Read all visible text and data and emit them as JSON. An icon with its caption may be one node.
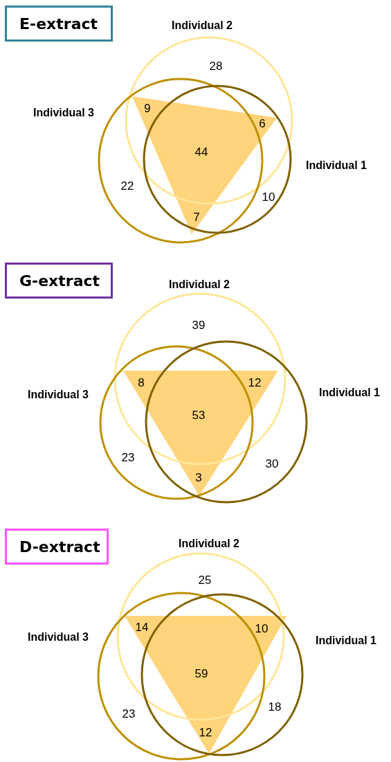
{
  "diagram": {
    "nodes": [
      {
        "text": [
          "E-extract"
        ]
      },
      {
        "text": [
          "Individual 2"
        ]
      },
      {
        "text": [
          "Individual 3"
        ]
      },
      {
        "text": [
          "Individual 1"
        ]
      },
      {
        "text": [
          "G-extract"
        ]
      },
      {
        "text": [
          "Individual 2"
        ]
      },
      {
        "text": [
          "Individual 3"
        ]
      },
      {
        "text": [
          "Individual 1"
        ]
      },
      {
        "text": [
          "D-extract"
        ]
      },
      {
        "text": [
          "Individual 2"
        ]
      },
      {
        "text": [
          "Individual 3"
        ]
      },
      {
        "text": [
          "Individual 1"
        ]
      }
    ],
    "edges": [],
    "labels": [
      "28",
      "9",
      "6",
      "44",
      "22",
      "10",
      "7",
      "39",
      "8",
      "12",
      "53",
      "23",
      "30",
      "3",
      "25",
      "14",
      "10",
      "59",
      "23",
      "18",
      "12"
    ]
  }
}
